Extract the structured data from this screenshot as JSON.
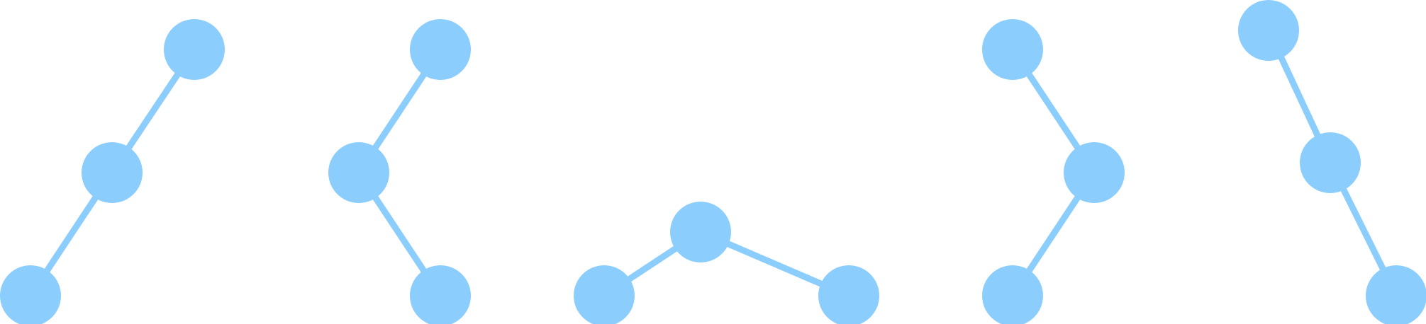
{
  "colors": {
    "background": "#ffffff",
    "node": "#8bcdfd",
    "edge": "#8bcdfd"
  },
  "diagrams": [
    {
      "id": "shape-1",
      "nodes": [
        "n1",
        "n2",
        "n3"
      ],
      "edges": [
        [
          "n1",
          "n2"
        ],
        [
          "n2",
          "n3"
        ]
      ]
    },
    {
      "id": "shape-2",
      "nodes": [
        "n1",
        "n2",
        "n3"
      ],
      "edges": [
        [
          "n1",
          "n2"
        ],
        [
          "n2",
          "n3"
        ]
      ]
    },
    {
      "id": "shape-3",
      "nodes": [
        "n1",
        "n2",
        "n3"
      ],
      "edges": [
        [
          "n1",
          "n2"
        ],
        [
          "n2",
          "n3"
        ]
      ]
    },
    {
      "id": "shape-4",
      "nodes": [
        "n1",
        "n2",
        "n3"
      ],
      "edges": [
        [
          "n1",
          "n2"
        ],
        [
          "n2",
          "n3"
        ]
      ]
    },
    {
      "id": "shape-5",
      "nodes": [
        "n1",
        "n2",
        "n3"
      ],
      "edges": [
        [
          "n1",
          "n2"
        ],
        [
          "n2",
          "n3"
        ]
      ]
    }
  ]
}
